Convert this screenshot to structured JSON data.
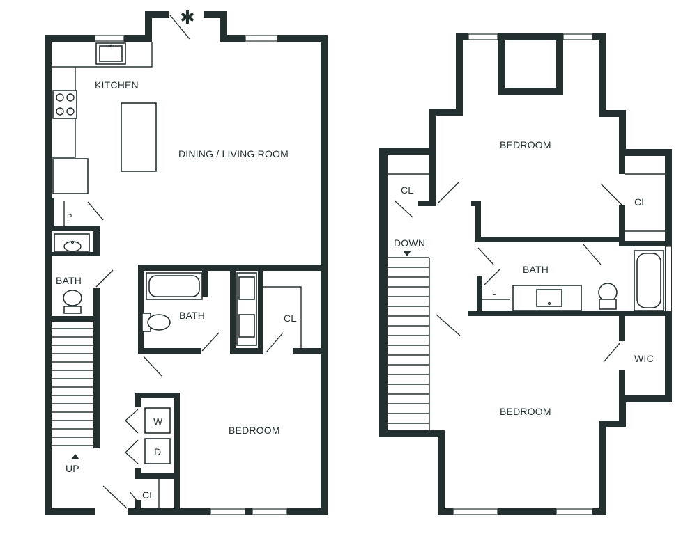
{
  "first_floor": {
    "kitchen": "KITCHEN",
    "dining_living": "DINING / LIVING ROOM",
    "pantry": "P",
    "half_bath": "BATH",
    "bath": "BATH",
    "closet": "CL",
    "washer": "W",
    "dryer": "D",
    "laundry_closet": "CL",
    "bedroom": "BEDROOM",
    "stairs": "UP",
    "entry_marker": "✱"
  },
  "second_floor": {
    "closet_left": "CL",
    "stairs": "DOWN",
    "bedroom_top": "BEDROOM",
    "closet_right": "CL",
    "bath": "BATH",
    "linen": "L",
    "walk_in_closet": "WIC",
    "bedroom_bottom": "BEDROOM"
  }
}
